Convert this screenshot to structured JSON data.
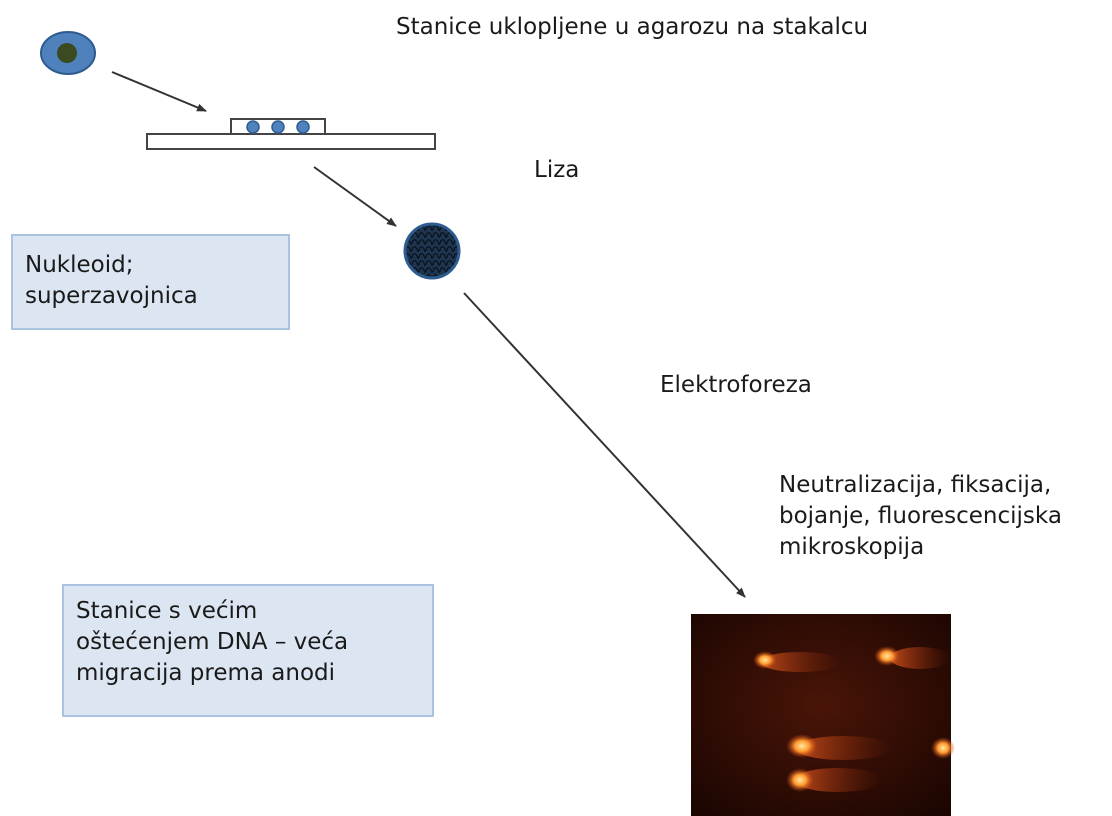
{
  "steps": {
    "embed": "Stanice uklopljene u agarozu na stakalcu",
    "lysis": "Liza",
    "electrophoresis": "Elektroforeza",
    "staining": [
      "Neutralizacija, fiksacija,",
      "bojanje, fluorescencijska",
      "mikroskopija"
    ]
  },
  "notes": {
    "nucleoid": [
      "Nukleoid;",
      "superzavojnica"
    ],
    "damage": [
      "Stanice s većim",
      "oštećenjem DNA – veća",
      "migracija prema anodi"
    ]
  },
  "colors": {
    "cell_fill": "#4f81bd",
    "nucleus_fill": "#3b4a20",
    "box_fill": "#dce6f2",
    "box_border": "#a9c3e0",
    "arrow": "#333333",
    "micrograph_bg": "#2a0a04",
    "comet_head": "#ff9a40"
  }
}
